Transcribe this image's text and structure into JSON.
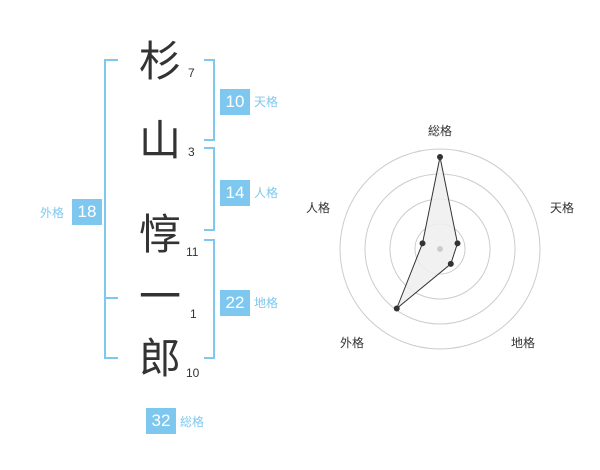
{
  "name": {
    "characters": [
      {
        "char": "杉",
        "strokes": "7"
      },
      {
        "char": "山",
        "strokes": "3"
      },
      {
        "char": "惇",
        "strokes": "11"
      },
      {
        "char": "一",
        "strokes": "1"
      },
      {
        "char": "郎",
        "strokes": "10"
      }
    ]
  },
  "fortunes": {
    "tenkaku": {
      "value": "10",
      "label": "天格"
    },
    "jinkaku": {
      "value": "14",
      "label": "人格"
    },
    "chikaku": {
      "value": "22",
      "label": "地格"
    },
    "gaikaku": {
      "value": "18",
      "label": "外格"
    },
    "soukaku": {
      "value": "32",
      "label": "総格"
    }
  },
  "colors": {
    "accent": "#7ec8f0",
    "text": "#333333",
    "radar_fill": "#eeeeee",
    "radar_ring": "#cccccc"
  },
  "chart_data": {
    "type": "radar",
    "axes": [
      "総格",
      "天格",
      "地格",
      "外格",
      "人格"
    ],
    "values": [
      5,
      1,
      1,
      4,
      1
    ],
    "rmax": 5,
    "rings": 4
  }
}
